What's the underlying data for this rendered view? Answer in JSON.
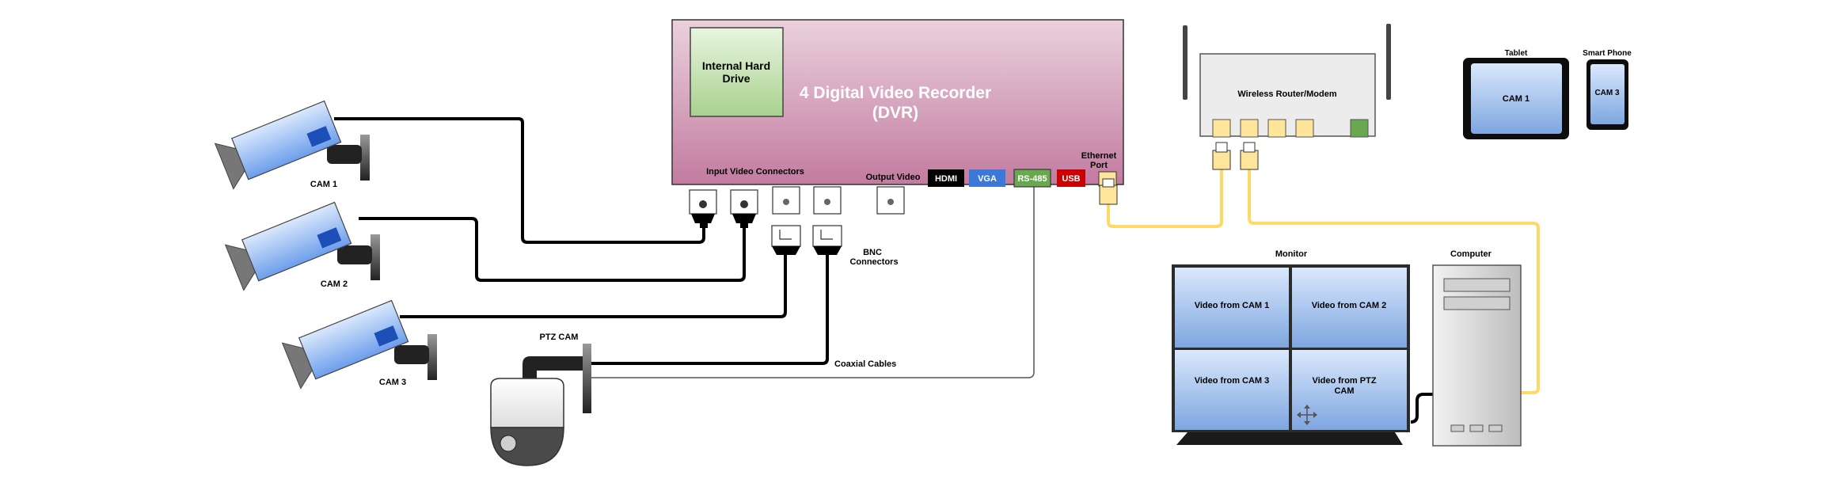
{
  "dvr": {
    "title_line1": "4 Digital Video Recorder",
    "title_line2": "(DVR)",
    "hard_drive_line1": "Internal Hard",
    "hard_drive_line2": "Drive",
    "input_label": "Input Video Connectors",
    "output_label": "Output Video",
    "ports": {
      "hdmi": "HDMI",
      "vga": "VGA",
      "rs485": "RS-485",
      "usb": "USB"
    },
    "ethernet_line1": "Ethernet",
    "ethernet_line2": "Port"
  },
  "cameras": {
    "cam1": "CAM 1",
    "cam2": "CAM 2",
    "cam3": "CAM 3",
    "ptz": "PTZ CAM"
  },
  "labels": {
    "bnc_line1": "BNC",
    "bnc_line2": "Connectors",
    "coaxial": "Coaxial Cables"
  },
  "router": {
    "label": "Wireless Router/Modem"
  },
  "tablet": {
    "title": "Tablet",
    "screen": "CAM 1"
  },
  "phone": {
    "title": "Smart Phone",
    "screen": "CAM 3"
  },
  "monitor": {
    "title": "Monitor",
    "q1": "Video from CAM 1",
    "q2": "Video from CAM 2",
    "q3": "Video from CAM 3",
    "q4_line1": "Video from PTZ",
    "q4_line2": "CAM"
  },
  "computer": {
    "title": "Computer"
  },
  "colors": {
    "dvr_top": "#ead1dc",
    "dvr_bottom": "#c27ba0",
    "screen_top": "#dae8fc",
    "screen_bottom": "#7ea6e0",
    "cable_yellow": "#ffd966",
    "hdmi": "#000000",
    "vga": "#3c78d8",
    "rs485": "#6aa84f",
    "usb": "#cc0000"
  }
}
